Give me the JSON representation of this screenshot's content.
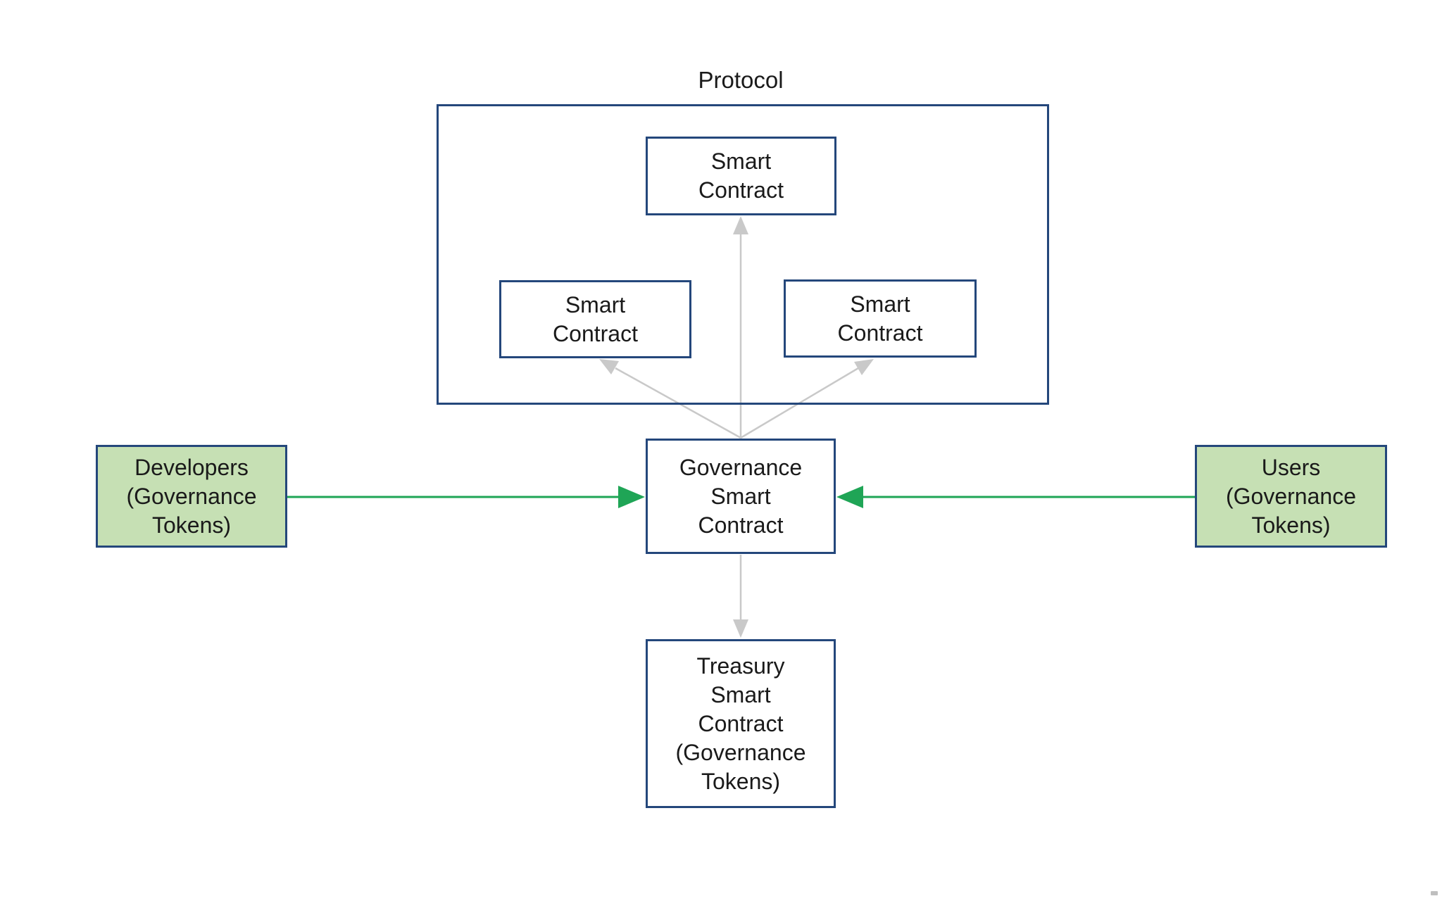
{
  "diagram": {
    "protocol_group": {
      "label": "Protocol"
    },
    "nodes": {
      "smart_contract_top": {
        "lines": [
          "Smart",
          "Contract"
        ]
      },
      "smart_contract_left": {
        "lines": [
          "Smart",
          "Contract"
        ]
      },
      "smart_contract_right": {
        "lines": [
          "Smart",
          "Contract"
        ]
      },
      "governance": {
        "lines": [
          "Governance",
          "Smart",
          "Contract"
        ]
      },
      "treasury": {
        "lines": [
          "Treasury",
          "Smart",
          "Contract",
          "(Governance",
          "Tokens)"
        ]
      },
      "developers": {
        "lines": [
          "Developers",
          "(Governance",
          "Tokens)"
        ]
      },
      "users": {
        "lines": [
          "Users",
          "(Governance",
          "Tokens)"
        ]
      }
    },
    "edges": [
      {
        "from": "governance",
        "to": "smart_contract_top",
        "style": "gray",
        "direction": "up"
      },
      {
        "from": "governance",
        "to": "smart_contract_left",
        "style": "gray",
        "direction": "up-left"
      },
      {
        "from": "governance",
        "to": "smart_contract_right",
        "style": "gray",
        "direction": "up-right"
      },
      {
        "from": "governance",
        "to": "treasury",
        "style": "gray",
        "direction": "down"
      },
      {
        "from": "developers",
        "to": "governance",
        "style": "green",
        "direction": "right"
      },
      {
        "from": "users",
        "to": "governance",
        "style": "green",
        "direction": "left"
      }
    ],
    "colors": {
      "box_border": "#24477b",
      "green_box_fill": "#c6e0b4",
      "arrow_green": "#1fa556",
      "arrow_gray": "#c9c9c9",
      "text": "#1a1a1a",
      "background": "#ffffff"
    }
  }
}
